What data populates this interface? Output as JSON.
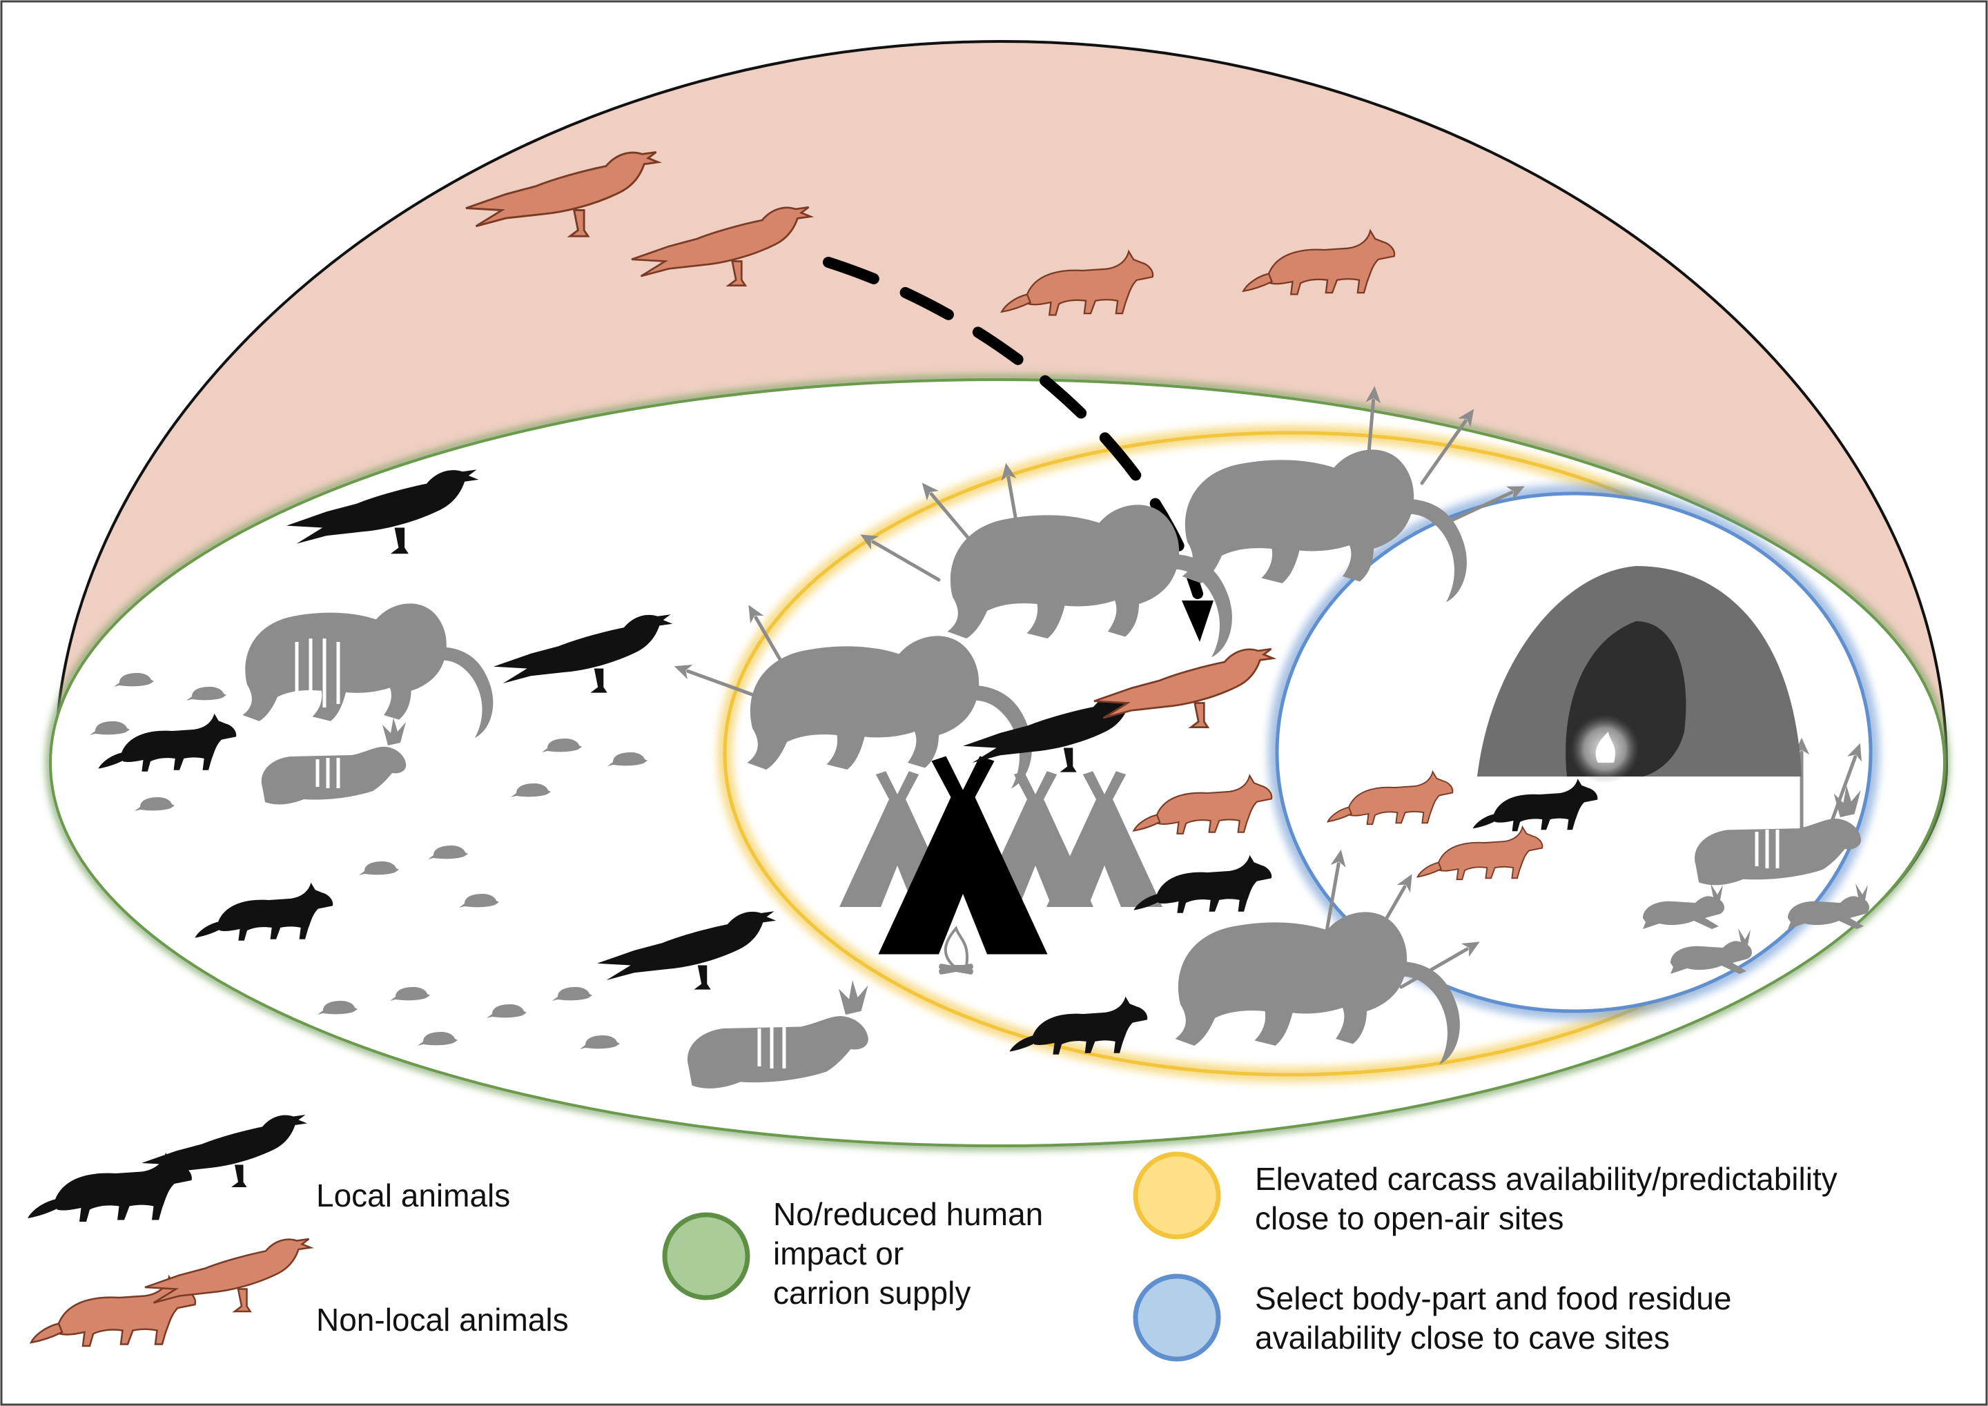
{
  "legend": {
    "local_label": "Local animals",
    "nonlocal_label": "Non-local animals",
    "green_lines": [
      "No/reduced human",
      "impact or",
      "carrion supply"
    ],
    "yellow_lines": [
      "Elevated carcass availability/predictability",
      "close to open-air sites"
    ],
    "blue_lines": [
      "Select body-part and food residue",
      "availability close to cave sites"
    ]
  },
  "colors": {
    "nonlocal": "#d4856a",
    "local": "#111111",
    "carcass": "#8c8c8c",
    "outer_zone": "#efcfc2",
    "green_zone": "#6a9a4c",
    "green_fill": "#a9cc99",
    "yellow_zone": "#f2c53d",
    "yellow_fill": "#fde088",
    "blue_zone": "#5f8fcf",
    "blue_fill": "#b3d0ea"
  },
  "icons": [
    "raven-icon",
    "fox-icon",
    "mammoth-carcass-icon",
    "reindeer-carcass-icon",
    "hare-carcass-icon",
    "rodent-icon",
    "tent-icon",
    "campfire-icon",
    "cave-icon",
    "arrow-icon"
  ]
}
